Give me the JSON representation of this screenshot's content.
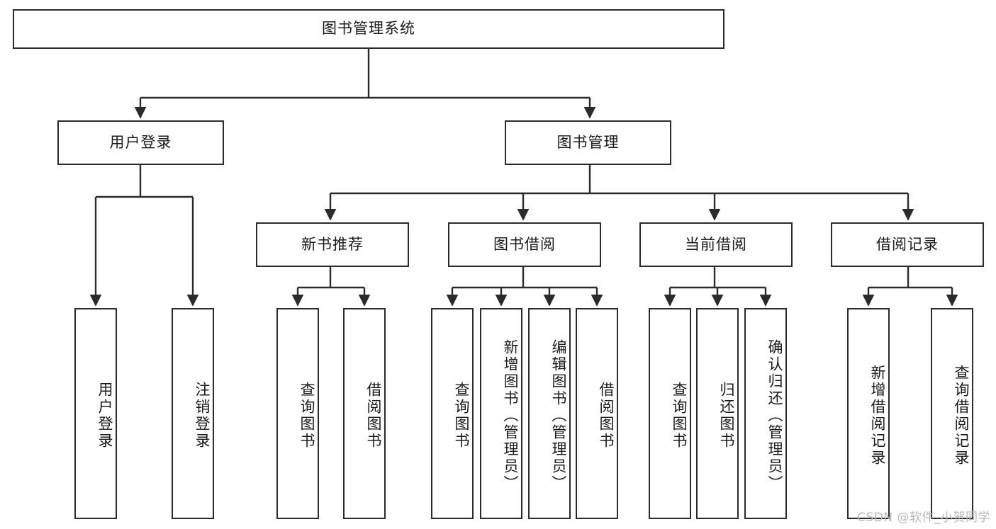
{
  "diagram": {
    "title": "图书管理系统",
    "watermark": "CSDN @软件_小贺同学",
    "nodes": {
      "root": {
        "label": "图书管理系统"
      },
      "level2": [
        {
          "id": "user-login",
          "label": "用户登录"
        },
        {
          "id": "book-manage",
          "label": "图书管理"
        }
      ],
      "level3": [
        {
          "id": "new-book-rec",
          "label": "新书推荐"
        },
        {
          "id": "book-borrow",
          "label": "图书借阅"
        },
        {
          "id": "current-borrow",
          "label": "当前借阅"
        },
        {
          "id": "borrow-record",
          "label": "借阅记录"
        }
      ],
      "leaves": [
        {
          "id": "leaf-user-login",
          "label": "用户登录"
        },
        {
          "id": "leaf-logout-login",
          "label": "注销登录"
        },
        {
          "id": "leaf-query-book-1",
          "label": "查询图书"
        },
        {
          "id": "leaf-borrow-book-1",
          "label": "借阅图书"
        },
        {
          "id": "leaf-query-book-2",
          "label": "查询图书"
        },
        {
          "id": "leaf-add-book",
          "label": "新增图书（管理员）"
        },
        {
          "id": "leaf-edit-book",
          "label": "编辑图书（管理员）"
        },
        {
          "id": "leaf-borrow-book-2",
          "label": "借阅图书"
        },
        {
          "id": "leaf-query-book-3",
          "label": "查询图书"
        },
        {
          "id": "leaf-return-book",
          "label": "归还图书"
        },
        {
          "id": "leaf-confirm-return",
          "label": "确认归还（管理员）"
        },
        {
          "id": "leaf-add-record",
          "label": "新增借阅记录"
        },
        {
          "id": "leaf-query-record",
          "label": "查询借阅记录"
        }
      ]
    },
    "colors": {
      "stroke": "#2b2b2b",
      "fill": "#ffffff",
      "text": "#1a1a1a",
      "watermark": "#b9b9b9"
    }
  }
}
